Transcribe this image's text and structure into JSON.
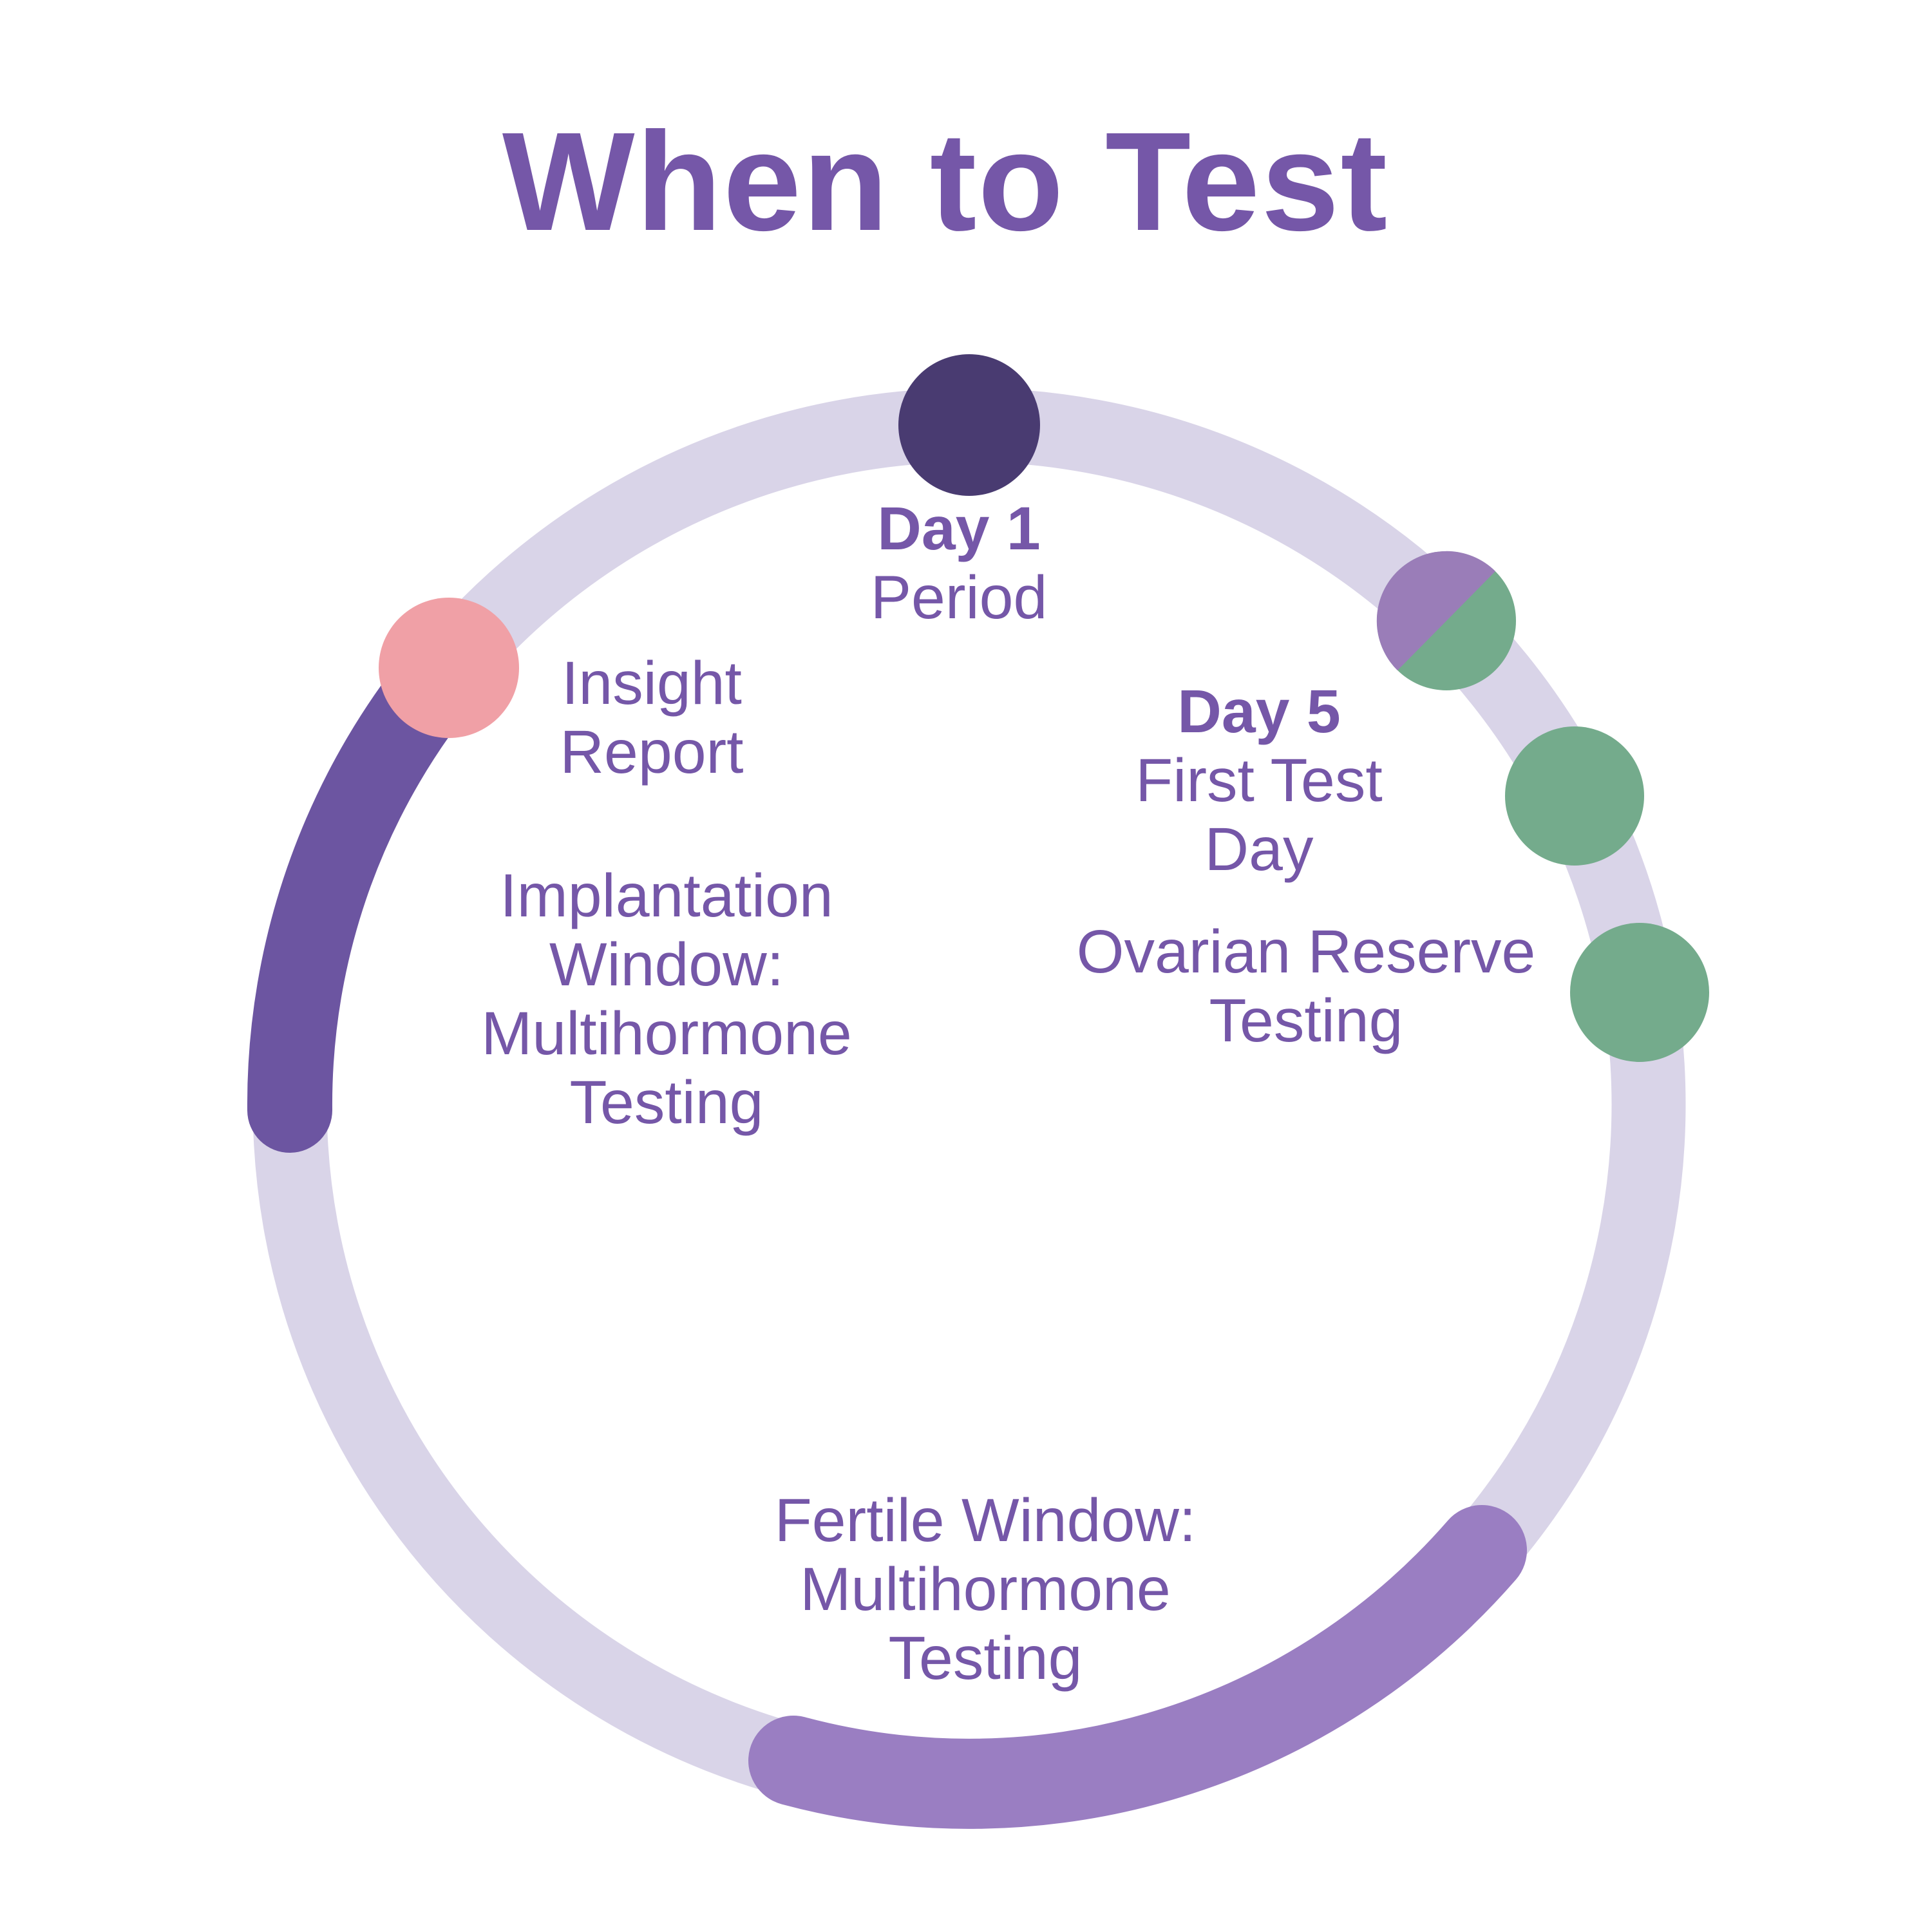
{
  "title": "When to Test",
  "labels": {
    "day1": {
      "heading": "Day 1",
      "lines": [
        "Period"
      ]
    },
    "day5": {
      "heading": "Day 5",
      "lines": [
        "First Test",
        "Day"
      ]
    },
    "ovarian_reserve": {
      "lines": [
        "Ovarian Reserve",
        "Testing"
      ]
    },
    "insight_report": {
      "lines": [
        "Insight",
        "Report"
      ]
    },
    "implantation_window": {
      "lines": [
        "Implantation",
        "Window:",
        "Multihormone",
        "Testing"
      ]
    },
    "fertile_window": {
      "lines": [
        "Fertile Window:",
        "Multihormone",
        "Testing"
      ]
    }
  },
  "colors": {
    "background": "#ffffff",
    "text": "#7557a8",
    "ring": "#d9d4e8",
    "fertile_arc": "#9a7ec2",
    "implantation_arc": "#6c55a1",
    "day1_dot": "#493b71",
    "green_dot": "#74ab8c",
    "day5_half_purple": "#9a7db8",
    "day5_half_green": "#74ab8c",
    "insight_dot": "#f0a0a6"
  }
}
